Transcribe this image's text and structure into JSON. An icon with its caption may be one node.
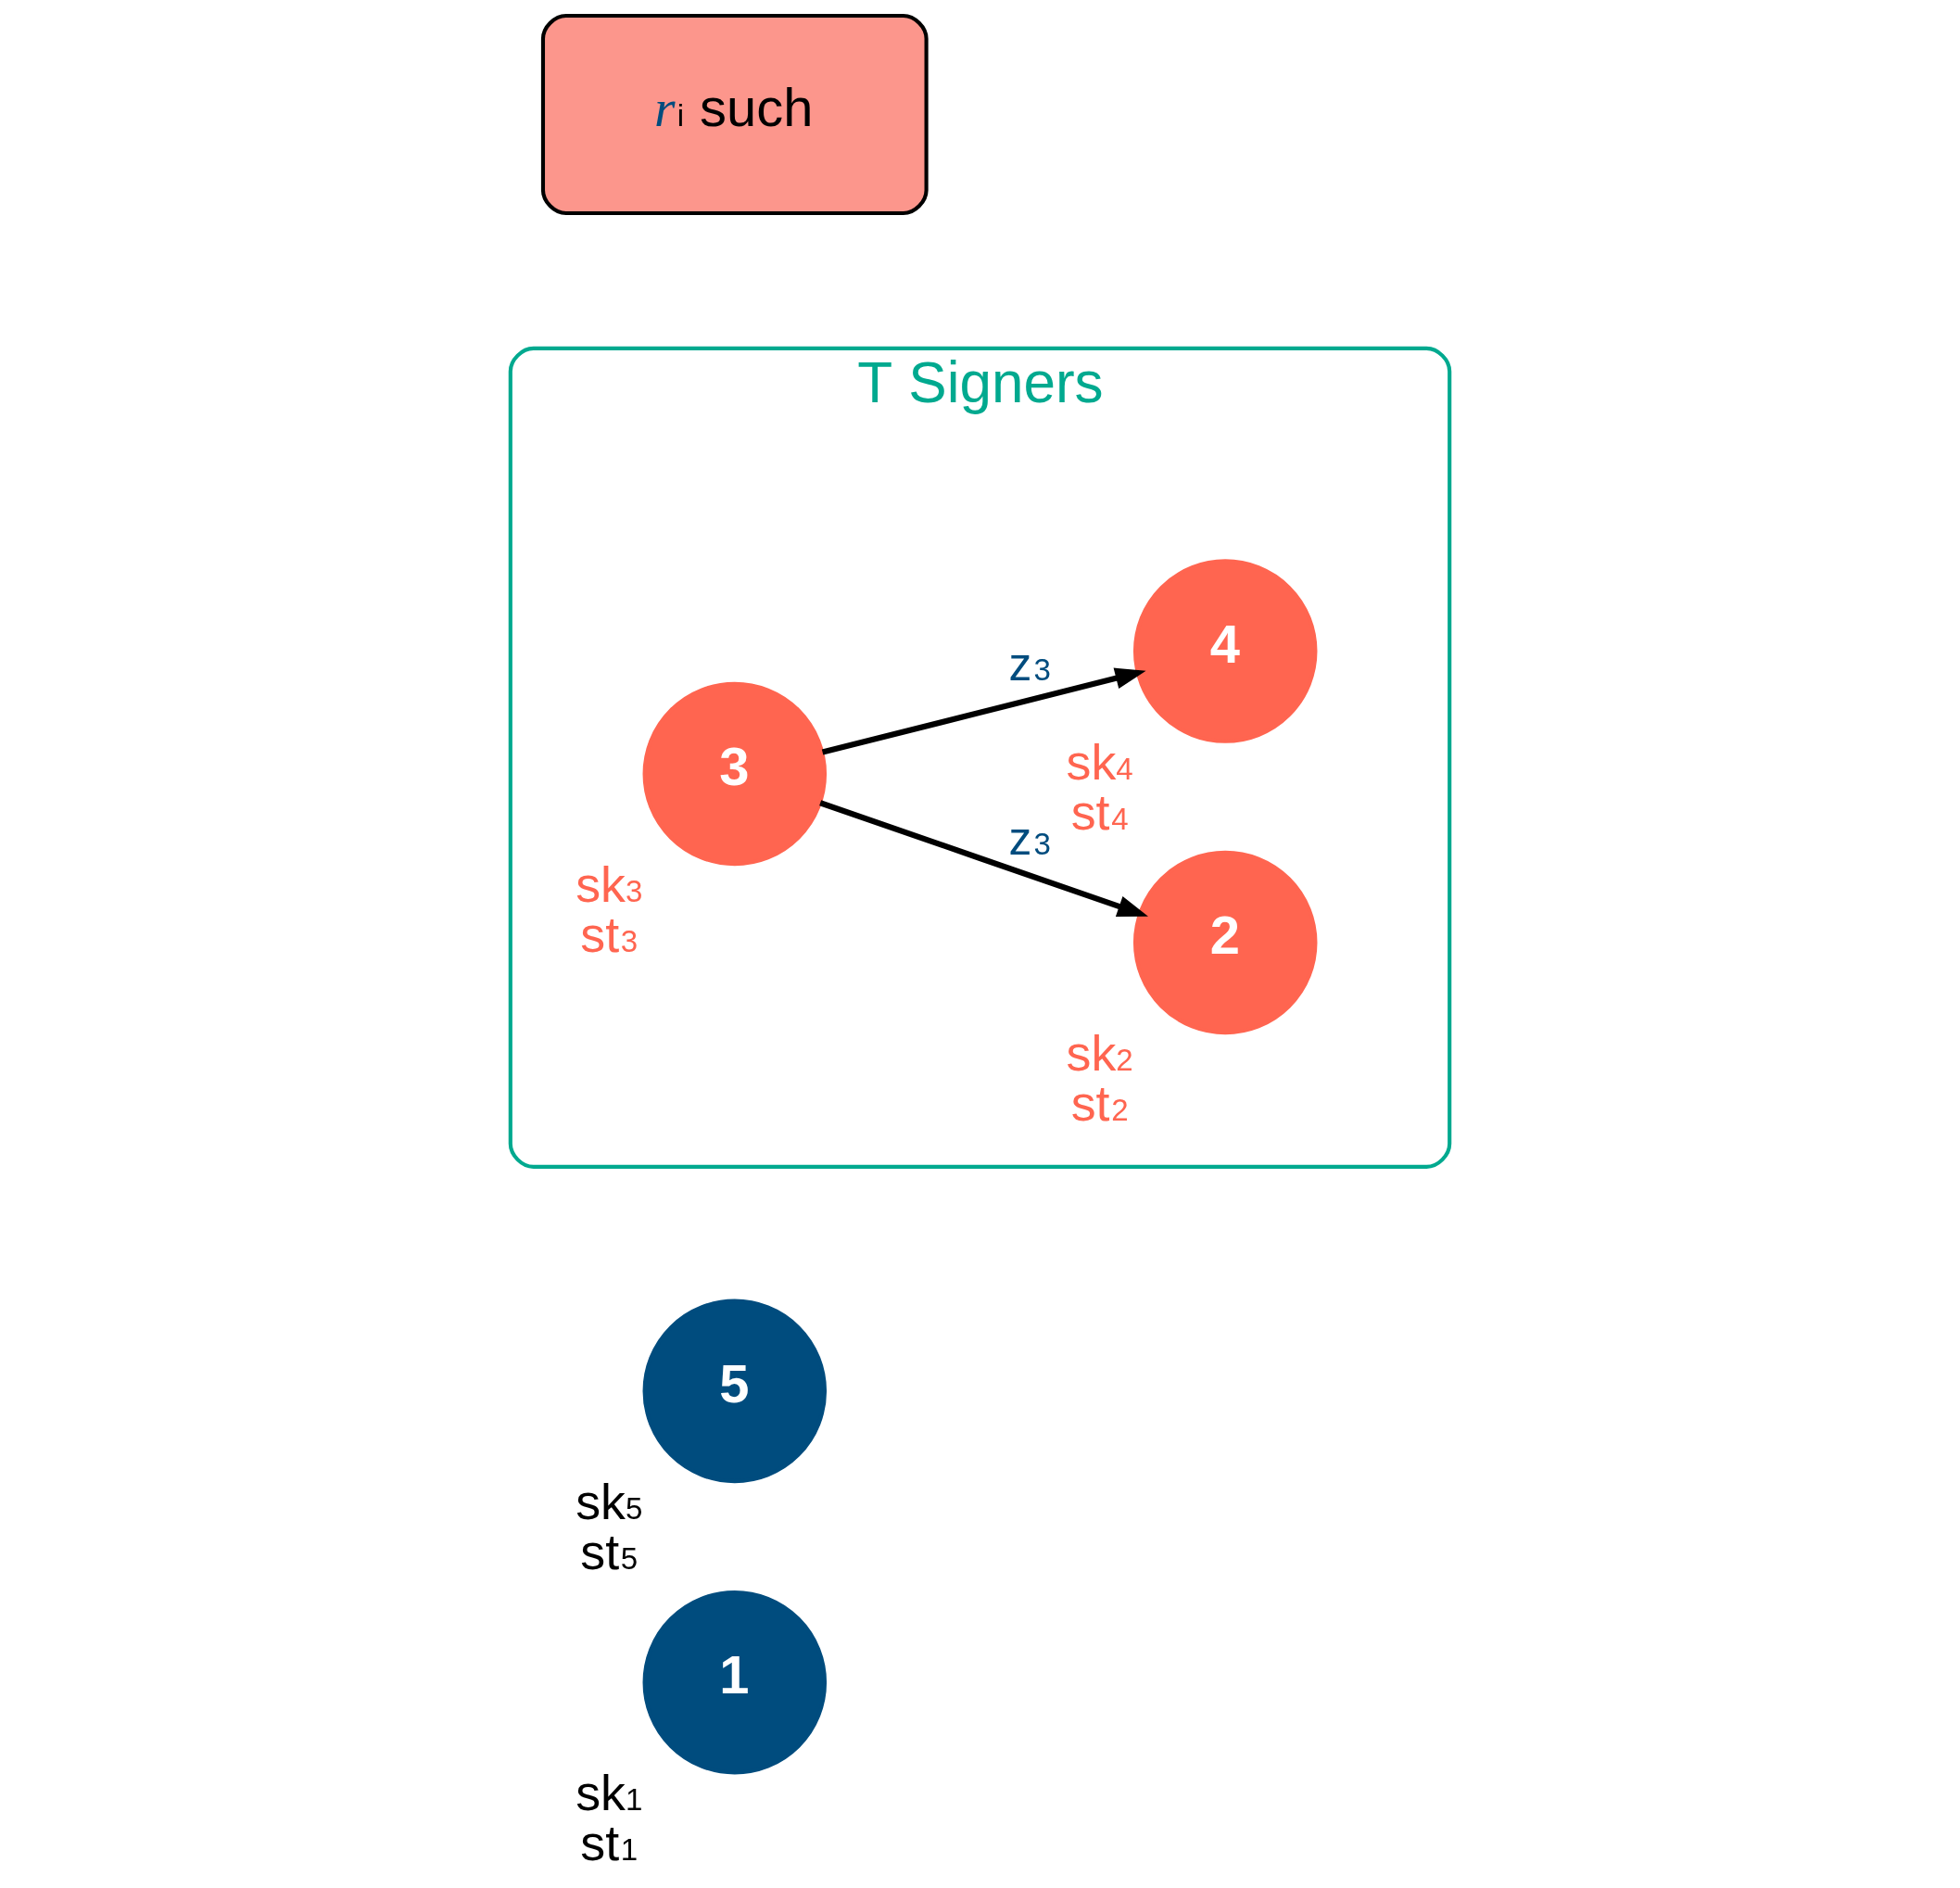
{
  "diagram": {
    "nodes": [
      {
        "text": [
          "1"
        ],
        "beside": [
          "sk$_{1}$",
          "st$_{1}$"
        ]
      },
      {
        "text": [
          "5"
        ],
        "beside": [
          "sk$_{5}$",
          "st$_{5}$"
        ]
      },
      {
        "text": [
          "T Signers"
        ]
      },
      {
        "text": [
          "2"
        ],
        "in": 2,
        "beside": [
          "sk$_{2}$",
          "st$_{2}$"
        ]
      },
      {
        "text": [
          "4"
        ],
        "in": 2,
        "beside": [
          "sk$_{4}$",
          "st$_{4}$"
        ]
      },
      {
        "text": [
          "3"
        ],
        "in": 2,
        "beside": [
          "sk$_{3}$",
          "st$_{3}$"
        ]
      },
      {
        "text": [
          "*r*$_{i}$ such"
        ]
      }
    ],
    "edges": [
      {
        "from": 5,
        "to": 3,
        "arrow": "to",
        "label": "z$_{3}$"
      },
      {
        "from": 5,
        "to": 4,
        "arrow": "to",
        "label": "z$_{3}$"
      }
    ]
  }
}
